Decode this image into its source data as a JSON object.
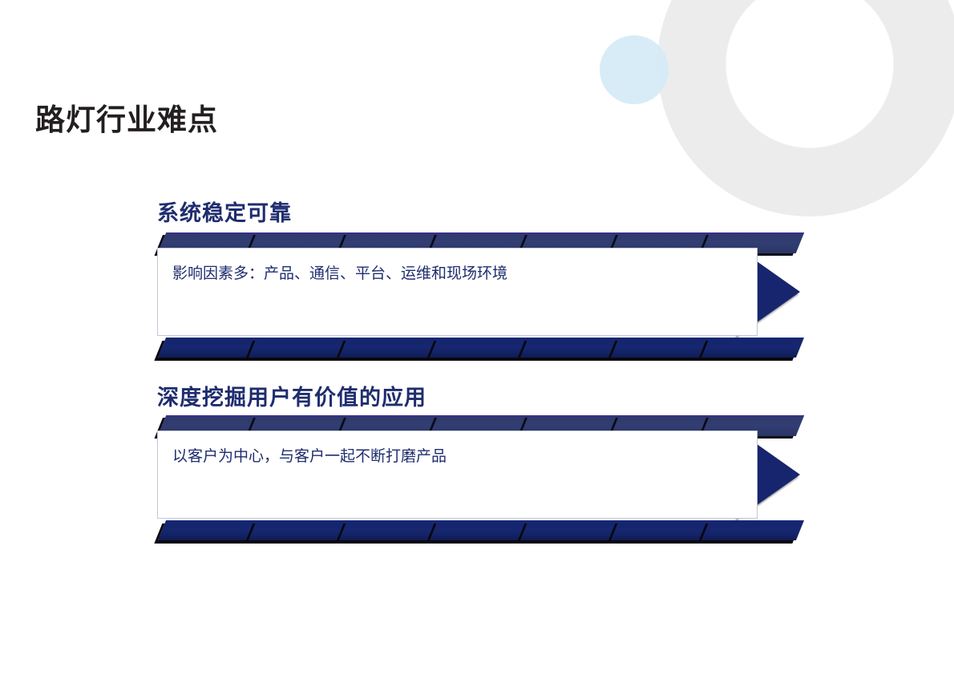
{
  "slide": {
    "title": "路灯行业难点",
    "background_color": "#ffffff",
    "title_color": "#231f20"
  },
  "decorations": {
    "ring": {
      "name": "gray-ring",
      "color": "#ececec"
    },
    "circle": {
      "name": "blue-circle",
      "color": "#d6ebf7"
    }
  },
  "theme": {
    "heading_color": "#1f2d6e",
    "body_color": "#1f2d6e",
    "strip_top_color": "#2e3a6b",
    "strip_bottom_color": "#16256e",
    "arrow_color": "#16256e",
    "card_border_color": "#c2c8d8"
  },
  "blocks": [
    {
      "heading": "系统稳定可靠",
      "body": "影响因素多：产品、通信、平台、运维和现场环境",
      "strip_count": 7
    },
    {
      "heading": "深度挖掘用户有价值的应用",
      "body": "以客户为中心，与客户一起不断打磨产品",
      "strip_count": 7
    }
  ]
}
